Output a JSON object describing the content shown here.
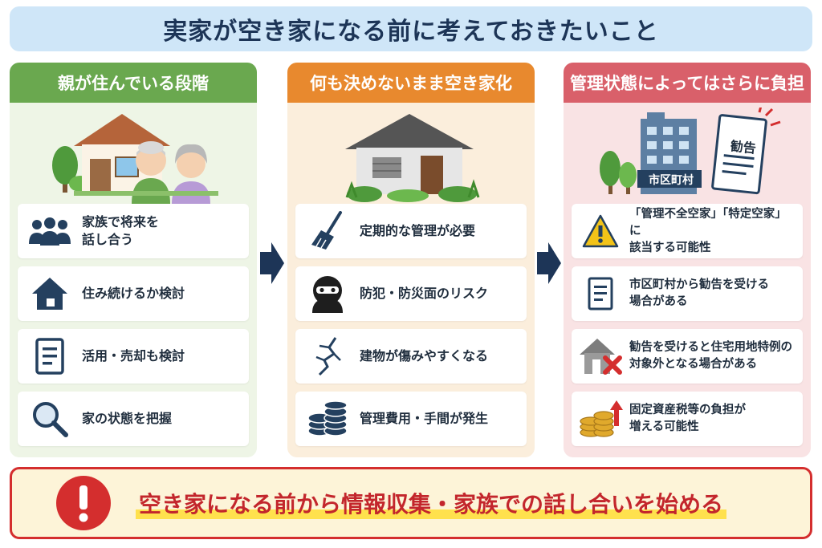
{
  "title": "実家が空き家になる前に考えておきたいこと",
  "columns": [
    {
      "header": "親が住んでいる段階",
      "items": [
        {
          "icon": "people-group-icon",
          "text": "家族で将来を\n話し合う"
        },
        {
          "icon": "house-icon",
          "text": "住み続けるか検討"
        },
        {
          "icon": "document-icon",
          "text": "活用・売却も検討"
        },
        {
          "icon": "magnifier-icon",
          "text": "家の状態を把握"
        }
      ]
    },
    {
      "header": "何も決めないまま空き家化",
      "items": [
        {
          "icon": "broom-icon",
          "text": "定期的な管理が必要"
        },
        {
          "icon": "burglar-icon",
          "text": "防犯・防災面のリスク"
        },
        {
          "icon": "crack-icon",
          "text": "建物が傷みやすくなる"
        },
        {
          "icon": "coins-icon",
          "text": "管理費用・手間が発生"
        }
      ]
    },
    {
      "header": "管理状態によってはさらに負担",
      "illustration": {
        "building_sign": "市区町村",
        "notice_title": "勧告"
      },
      "items": [
        {
          "icon": "warning-icon",
          "text": "「管理不全空家」「特定空家」に\n該当する可能性"
        },
        {
          "icon": "document-icon",
          "text": "市区町村から勧告を受ける\n場合がある"
        },
        {
          "icon": "house-cross-icon",
          "text": "勧告を受けると住宅用地特例の\n対象外となる場合がある"
        },
        {
          "icon": "coins-up-icon",
          "text": "固定資産税等の負担が\n増える可能性"
        }
      ]
    }
  ],
  "bottom_message": "空き家になる前から情報収集・家族での話し合いを始める",
  "colors": {
    "title_bg": "#cfe6f8",
    "green": "#6aa84f",
    "orange": "#e8892e",
    "red": "#d9606a",
    "navy": "#24405f",
    "alert_red": "#d42e2e"
  }
}
